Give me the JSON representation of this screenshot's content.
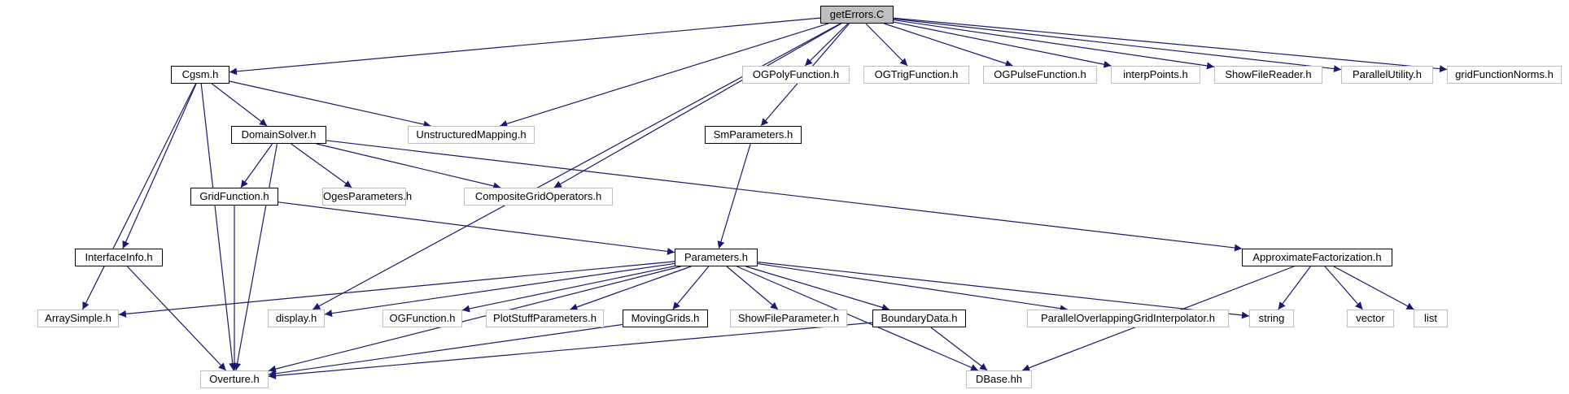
{
  "colors": {
    "edge": "#191970",
    "external_border": "#bfbfbf",
    "local_border": "#000000",
    "root_fill": "#bfbfbf"
  },
  "nodes": {
    "getErrorsC": {
      "label": "getErrors.C",
      "kind": "root"
    },
    "CgsmH": {
      "label": "Cgsm.h",
      "kind": "local"
    },
    "UnstructuredMappingH": {
      "label": "UnstructuredMapping.h",
      "kind": "external"
    },
    "OGPolyFunctionH": {
      "label": "OGPolyFunction.h",
      "kind": "external"
    },
    "OGTrigFunctionH": {
      "label": "OGTrigFunction.h",
      "kind": "external"
    },
    "OGPulseFunctionH": {
      "label": "OGPulseFunction.h",
      "kind": "external"
    },
    "interpPointsH": {
      "label": "interpPoints.h",
      "kind": "external"
    },
    "ShowFileReaderH": {
      "label": "ShowFileReader.h",
      "kind": "external"
    },
    "ParallelUtilityH": {
      "label": "ParallelUtility.h",
      "kind": "external"
    },
    "gridFunctionNormsH": {
      "label": "gridFunctionNorms.h",
      "kind": "external"
    },
    "DomainSolverH": {
      "label": "DomainSolver.h",
      "kind": "local"
    },
    "SmParametersH": {
      "label": "SmParameters.h",
      "kind": "local"
    },
    "GridFunctionH": {
      "label": "GridFunction.h",
      "kind": "local"
    },
    "OgesParametersH": {
      "label": "OgesParameters.h",
      "kind": "external"
    },
    "CompositeGridOperatorsH": {
      "label": "CompositeGridOperators.h",
      "kind": "external"
    },
    "InterfaceInfoH": {
      "label": "InterfaceInfo.h",
      "kind": "local"
    },
    "ParametersH": {
      "label": "Parameters.h",
      "kind": "local"
    },
    "ApproximateFactorizationH": {
      "label": "ApproximateFactorization.h",
      "kind": "local"
    },
    "ArraySimpleH": {
      "label": "ArraySimple.h",
      "kind": "external"
    },
    "displayH": {
      "label": "display.h",
      "kind": "external"
    },
    "OGFunctionH": {
      "label": "OGFunction.h",
      "kind": "external"
    },
    "PlotStuffParametersH": {
      "label": "PlotStuffParameters.h",
      "kind": "external"
    },
    "MovingGridsH": {
      "label": "MovingGrids.h",
      "kind": "local"
    },
    "ShowFileParameterH": {
      "label": "ShowFileParameter.h",
      "kind": "external"
    },
    "BoundaryDataH": {
      "label": "BoundaryData.h",
      "kind": "local"
    },
    "ParallelOverlappingGridInterpolatorH": {
      "label": "ParallelOverlappingGridInterpolator.h",
      "kind": "external"
    },
    "string": {
      "label": "string",
      "kind": "external"
    },
    "vector": {
      "label": "vector",
      "kind": "external"
    },
    "list": {
      "label": "list",
      "kind": "external"
    },
    "OvertureH": {
      "label": "Overture.h",
      "kind": "external"
    },
    "DBaseHH": {
      "label": "DBase.hh",
      "kind": "external"
    }
  },
  "edges": [
    [
      "getErrorsC",
      "CgsmH"
    ],
    [
      "getErrorsC",
      "UnstructuredMappingH"
    ],
    [
      "getErrorsC",
      "OGPolyFunctionH"
    ],
    [
      "getErrorsC",
      "OGTrigFunctionH"
    ],
    [
      "getErrorsC",
      "OGPulseFunctionH"
    ],
    [
      "getErrorsC",
      "interpPointsH"
    ],
    [
      "getErrorsC",
      "ShowFileReaderH"
    ],
    [
      "getErrorsC",
      "ParallelUtilityH"
    ],
    [
      "getErrorsC",
      "gridFunctionNormsH"
    ],
    [
      "getErrorsC",
      "SmParametersH"
    ],
    [
      "getErrorsC",
      "CompositeGridOperatorsH"
    ],
    [
      "getErrorsC",
      "displayH"
    ],
    [
      "CgsmH",
      "UnstructuredMappingH"
    ],
    [
      "CgsmH",
      "DomainSolverH"
    ],
    [
      "CgsmH",
      "InterfaceInfoH"
    ],
    [
      "CgsmH",
      "ArraySimpleH"
    ],
    [
      "CgsmH",
      "OvertureH"
    ],
    [
      "DomainSolverH",
      "GridFunctionH"
    ],
    [
      "DomainSolverH",
      "OgesParametersH"
    ],
    [
      "DomainSolverH",
      "CompositeGridOperatorsH"
    ],
    [
      "DomainSolverH",
      "ApproximateFactorizationH"
    ],
    [
      "DomainSolverH",
      "OvertureH"
    ],
    [
      "SmParametersH",
      "ParametersH"
    ],
    [
      "GridFunctionH",
      "ParametersH"
    ],
    [
      "GridFunctionH",
      "OvertureH"
    ],
    [
      "InterfaceInfoH",
      "OvertureH"
    ],
    [
      "ParametersH",
      "ArraySimpleH"
    ],
    [
      "ParametersH",
      "displayH"
    ],
    [
      "ParametersH",
      "OGFunctionH"
    ],
    [
      "ParametersH",
      "PlotStuffParametersH"
    ],
    [
      "ParametersH",
      "MovingGridsH"
    ],
    [
      "ParametersH",
      "ShowFileParameterH"
    ],
    [
      "ParametersH",
      "BoundaryDataH"
    ],
    [
      "ParametersH",
      "ParallelOverlappingGridInterpolatorH"
    ],
    [
      "ParametersH",
      "string"
    ],
    [
      "ParametersH",
      "DBaseHH"
    ],
    [
      "ParametersH",
      "OvertureH"
    ],
    [
      "MovingGridsH",
      "OvertureH"
    ],
    [
      "BoundaryDataH",
      "OvertureH"
    ],
    [
      "BoundaryDataH",
      "DBaseHH"
    ],
    [
      "ApproximateFactorizationH",
      "string"
    ],
    [
      "ApproximateFactorizationH",
      "vector"
    ],
    [
      "ApproximateFactorizationH",
      "list"
    ],
    [
      "ApproximateFactorizationH",
      "DBaseHH"
    ]
  ]
}
